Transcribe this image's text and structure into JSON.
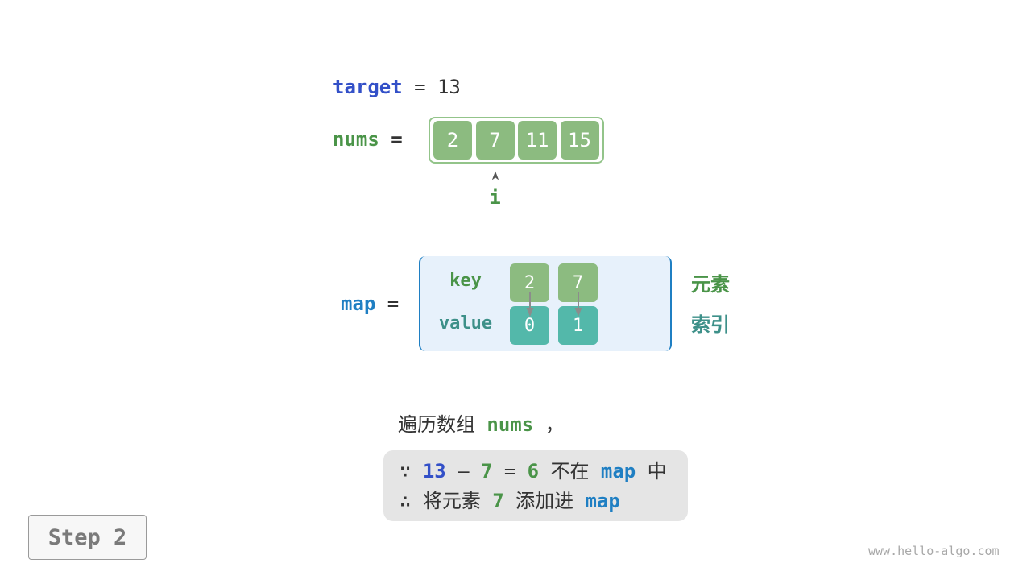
{
  "colors": {
    "target_blue": "#3350c8",
    "map_blue": "#1f7fc3",
    "var_green": "#4a9448",
    "cell_green": "#8cbb80",
    "cell_teal": "#53b8aa",
    "teal_text": "#3d9089",
    "map_bg": "#e7f1fb",
    "note_bg": "#e5e5e5",
    "text_dark": "#333333",
    "arrow_gray": "#8c8c8c",
    "array_border": "#93c48a",
    "pointer_arrow": "#555555"
  },
  "icons": {
    "pointer": "up-arrow-icon",
    "map_link": "down-arrow-icon"
  },
  "target": {
    "name": "target",
    "op": "=",
    "value": "13"
  },
  "nums": {
    "name": "nums",
    "op": "=",
    "items": [
      "2",
      "7",
      "11",
      "15"
    ]
  },
  "pointer": {
    "label": "i",
    "index": 1
  },
  "map": {
    "name": "map",
    "op": "=",
    "key_label": "key",
    "value_label": "value",
    "entries": [
      {
        "key": "2",
        "value": "0"
      },
      {
        "key": "7",
        "value": "1"
      }
    ],
    "key_legend": "元素",
    "value_legend": "索引"
  },
  "explanation": {
    "intro": {
      "text": "遍历数组",
      "var": "nums",
      "punct": "，"
    },
    "because": {
      "symbol": "∵",
      "target": "13",
      "minus": "–",
      "num": "7",
      "equals": "=",
      "diff": "6",
      "not_in": "不在",
      "map": "map",
      "end": "中"
    },
    "therefore": {
      "symbol": "∴",
      "prefix": "将元素",
      "num": "7",
      "action": "添加进",
      "map": "map"
    }
  },
  "step": {
    "label": "Step 2"
  },
  "watermark": "www.hello-algo.com"
}
